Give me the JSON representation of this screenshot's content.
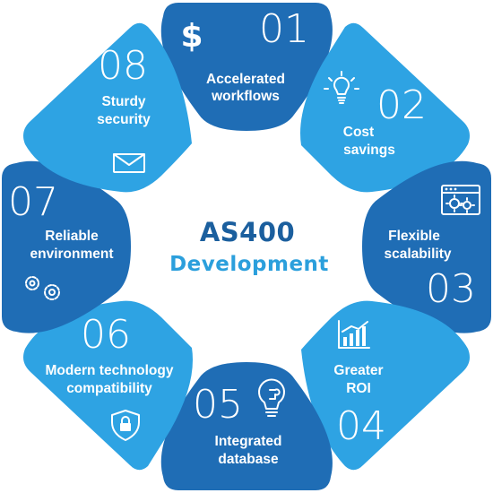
{
  "title": {
    "line1": "AS400",
    "line2": "Development"
  },
  "colors": {
    "dark_blue": "#1f6db5",
    "light_blue": "#2ea3e3",
    "title_dark": "#1b5f9e",
    "title_light": "#2b9fdc"
  },
  "segments": [
    {
      "number": "01",
      "label_lines": [
        "Accelerated",
        "workflows"
      ],
      "icon": "dollar-icon"
    },
    {
      "number": "02",
      "label_lines": [
        "Cost",
        "savings"
      ],
      "icon": "lightbulb-icon"
    },
    {
      "number": "03",
      "label_lines": [
        "Flexible",
        "scalability"
      ],
      "icon": "browser-gears-icon"
    },
    {
      "number": "04",
      "label_lines": [
        "Greater",
        "ROI"
      ],
      "icon": "bar-chart-icon"
    },
    {
      "number": "05",
      "label_lines": [
        "Integrated",
        "database"
      ],
      "icon": "puzzle-bulb-icon"
    },
    {
      "number": "06",
      "label_lines": [
        "Modern technology",
        "compatibility"
      ],
      "icon": "shield-lock-icon"
    },
    {
      "number": "07",
      "label_lines": [
        "Reliable",
        "environment"
      ],
      "icon": "gears-icon"
    },
    {
      "number": "08",
      "label_lines": [
        "Sturdy",
        "security"
      ],
      "icon": "envelope-icon"
    }
  ]
}
